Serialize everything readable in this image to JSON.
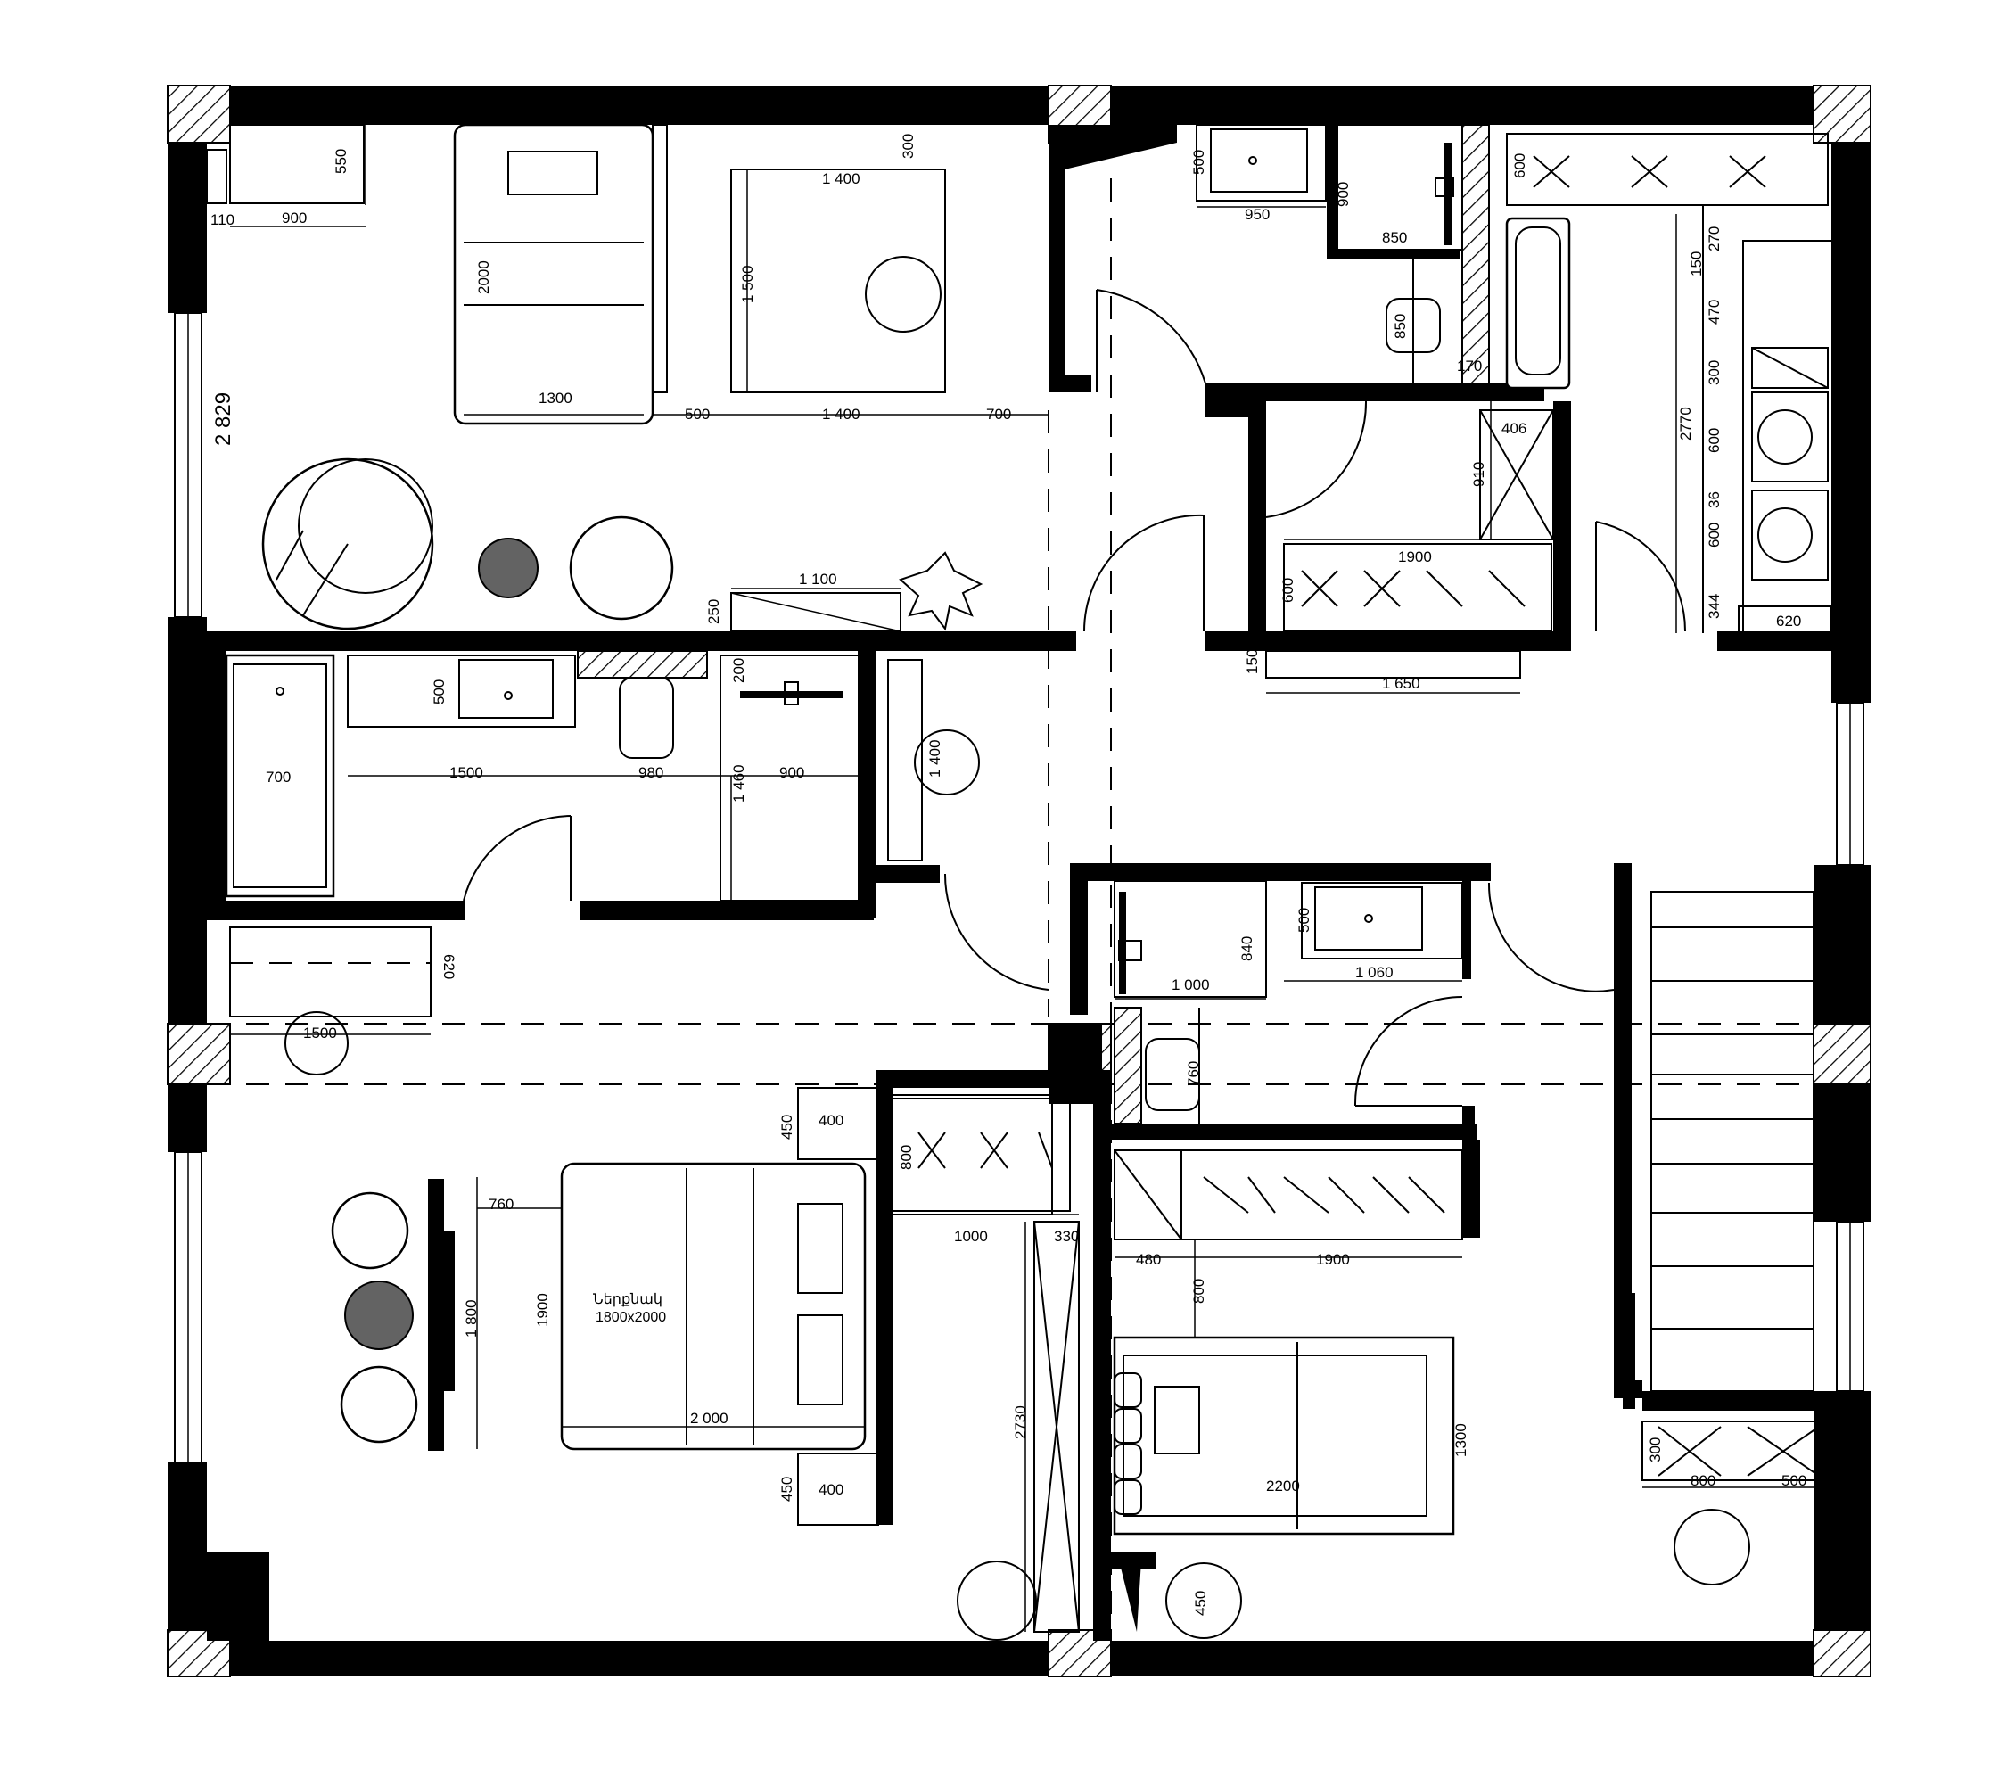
{
  "dimensions": {
    "d110": "110",
    "d900a": "900",
    "d550": "550",
    "d300a": "300",
    "d1400a": "1 400",
    "d1500v": "1 500",
    "d2000v": "2000",
    "d1300a": "1300",
    "d2829": "2 829",
    "d500a": "500",
    "d1400b": "1 400",
    "d700a": "700",
    "d1100": "1 100",
    "d250": "250",
    "d500b": "500",
    "d950": "950",
    "d900b": "900",
    "d850a": "850",
    "d850v": "850",
    "d170": "170",
    "d600a": "600",
    "d270": "270",
    "d150a": "150",
    "d470": "470",
    "d300b": "300",
    "d2770": "2770",
    "d600b": "600",
    "d36": "36",
    "d600c": "600",
    "d344": "344",
    "d620": "620",
    "d406": "406",
    "d910": "910",
    "d1900a": "1900",
    "d600d": "600",
    "d150b": "150",
    "d1650": "1 650",
    "d500c": "500",
    "d200": "200",
    "d700b": "700",
    "d1500b": "1500",
    "d980": "980",
    "d900c": "900",
    "d1460": "1 460",
    "d1400v": "1 400",
    "d620v": "620",
    "d1500c": "1500",
    "d500d": "500",
    "d840": "840",
    "d1000a": "1 000",
    "d1060": "1 060",
    "d760v": "760",
    "d450a": "450",
    "d400a": "400",
    "d800a": "800",
    "d760h": "760",
    "d1000b": "1000",
    "d330": "330",
    "d1800": "1 800",
    "d1900v": "1900",
    "d2000h": "2 000",
    "d2730": "2730",
    "d450b": "450",
    "d400b": "400",
    "d480": "480",
    "d1900b": "1900",
    "d800b": "800",
    "d1300v": "1300",
    "d2200": "2200",
    "d450c": "450",
    "d300c": "300",
    "d800c": "800",
    "d500e": "500"
  },
  "labels": {
    "bed_label_line1": "Ներքնակ",
    "bed_label_line2": "1800x2000"
  }
}
